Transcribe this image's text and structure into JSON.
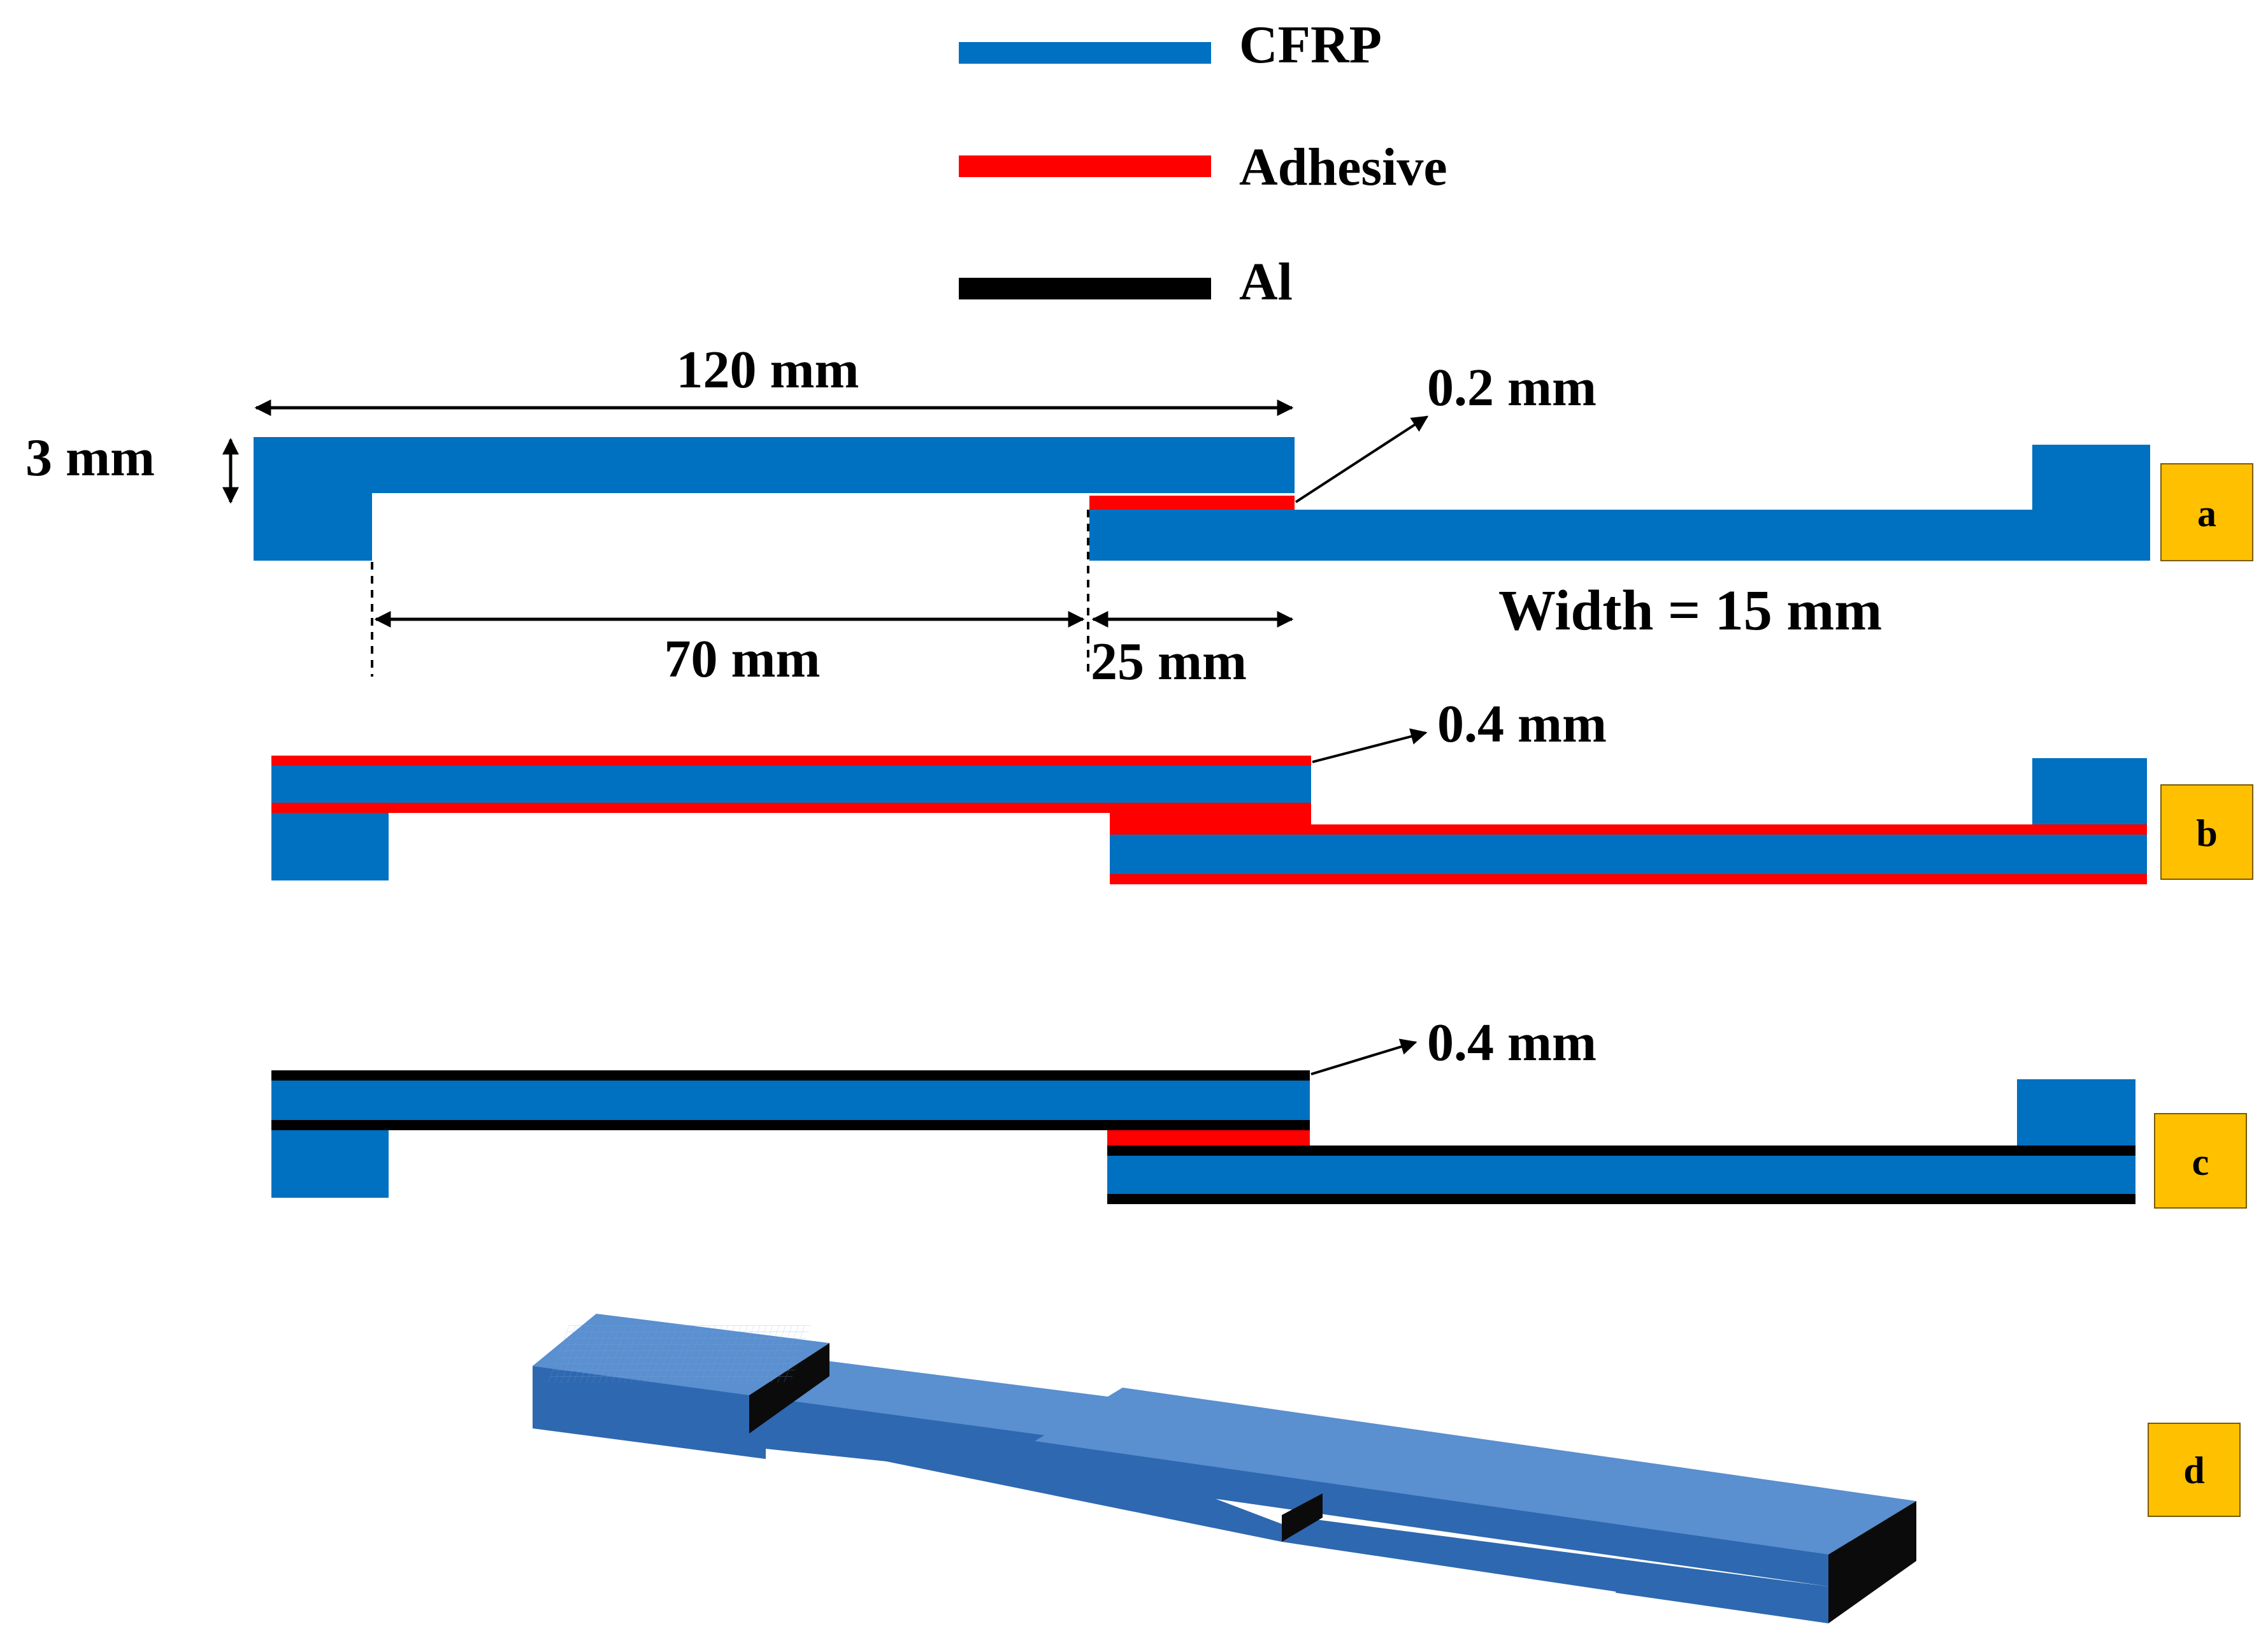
{
  "colors": {
    "cfrp": "#0070C0",
    "adhesive": "#FF0000",
    "al": "#000000",
    "panel_label_bg": "#FFC000",
    "iso_top": "#5A8FD0",
    "iso_front": "#2E68B0",
    "iso_side": "#0B0B0B"
  },
  "legend": [
    {
      "label": "CFRP",
      "color": "#0070C0"
    },
    {
      "label": "Adhesive",
      "color": "#FF0000"
    },
    {
      "label": "Al",
      "color": "#000000"
    }
  ],
  "panel_a": {
    "dim_length": "120 mm",
    "dim_thickness": "3 mm",
    "dim_adhesive": "0.2 mm",
    "dim_span": "70 mm",
    "dim_overlap": "25 mm",
    "width_note": "Width = 15 mm"
  },
  "panel_b": {
    "dim_layer": "0.4 mm"
  },
  "panel_c": {
    "dim_layer": "0.4 mm"
  },
  "panel_labels": [
    "a",
    "b",
    "c",
    "d"
  ]
}
